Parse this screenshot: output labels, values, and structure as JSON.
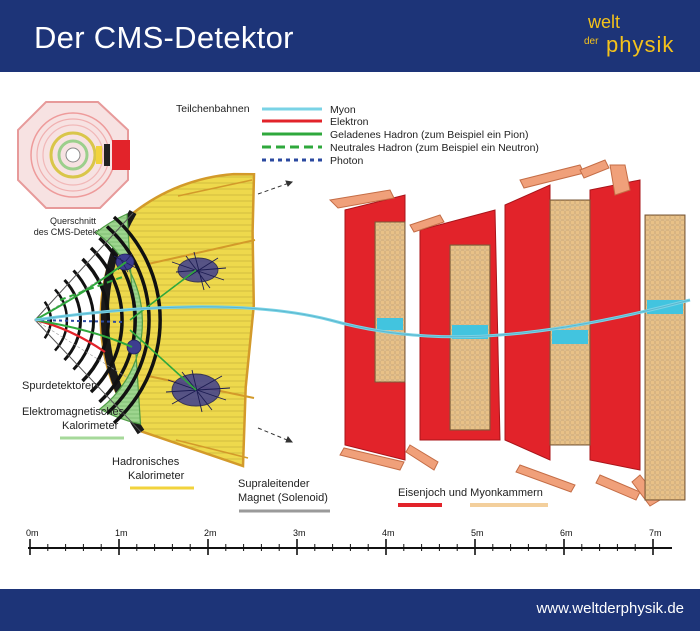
{
  "header": {
    "title": "Der CMS-Detektor"
  },
  "logo": {
    "line1": "welt",
    "line2": "der",
    "line3": "physik"
  },
  "legend": {
    "heading": "Teilchenbahnen",
    "items": [
      {
        "label": "Myon",
        "color": "#7ad3e6",
        "style": "solid"
      },
      {
        "label": "Elektron",
        "color": "#e2232a",
        "style": "solid"
      },
      {
        "label": "Geladenes Hadron (zum Beispiel ein Pion)",
        "color": "#2fa83c",
        "style": "solid"
      },
      {
        "label": "Neutrales Hadron (zum Beispiel ein Neutron)",
        "color": "#2fa83c",
        "style": "dashed"
      },
      {
        "label": "Photon",
        "color": "#2b49a0",
        "style": "dotted"
      }
    ]
  },
  "inset": {
    "caption1": "Querschnitt",
    "caption2": "des CMS-Detektors"
  },
  "components": {
    "tracker": {
      "label": "Spurdetektoren"
    },
    "ecal": {
      "label1": "Elektromagnetisches",
      "label2": "Kalorimeter",
      "color": "#a6d99a"
    },
    "hcal": {
      "label1": "Hadronisches",
      "label2": "Kalorimeter",
      "color": "#f2d33c"
    },
    "magnet": {
      "label1": "Supraleitender",
      "label2": "Magnet (Solenoid)",
      "color": "#9a9a9a"
    },
    "yoke": {
      "label": "Eisenjoch und Myonkammern",
      "color1": "#e2232a",
      "color2": "#f3cf9c"
    }
  },
  "scale": {
    "ticks": [
      "0m",
      "1m",
      "2m",
      "3m",
      "4m",
      "5m",
      "6m",
      "7m"
    ]
  },
  "footer": {
    "url": "www.weltderphysik.de"
  }
}
